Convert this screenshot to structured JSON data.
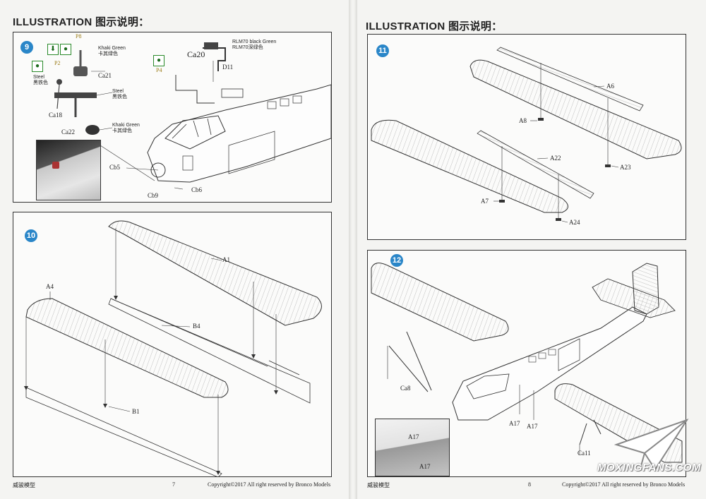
{
  "left_page": {
    "title": "ILLUSTRATION 图示说明：",
    "footer_brand": "威骏模型",
    "page_number": "7",
    "copyright": "Copyright©2017  All right reserved by Bronco Models",
    "step9": {
      "number": "9",
      "labels": {
        "p8": "P8",
        "p2": "P2",
        "p4": "P4",
        "ca20": "Ca20",
        "d11": "D11",
        "ca21": "Ca21",
        "ca18": "Ca18",
        "ca22": "Ca22",
        "cb5": "Cb5",
        "cb9": "Cb9",
        "cb6": "Cb6"
      },
      "notes": {
        "khaki1": "Khaki Green\n卡其绿色",
        "steel1": "Steel\n黑铁色",
        "steel2": "Steel\n黑铁色",
        "khaki2": "Khaki Green\n卡其绿色",
        "rlm70": "RLM70 black Green\nRLM70深绿色"
      }
    },
    "step10": {
      "number": "10",
      "labels": {
        "a1": "A1",
        "a4": "A4",
        "b4": "B4",
        "b1": "B1"
      }
    }
  },
  "right_page": {
    "title": "ILLUSTRATION 图示说明：",
    "footer_brand": "威骏模型",
    "page_number": "8",
    "copyright": "Copyright©2017  All right reserved by Bronco Models",
    "step11": {
      "number": "11",
      "labels": {
        "a6": "A6",
        "a8": "A8",
        "a22": "A22",
        "a23": "A23",
        "a7": "A7",
        "a24": "A24"
      }
    },
    "step12": {
      "number": "12",
      "labels": {
        "ca8": "Ca8",
        "a17a": "A17",
        "a17b": "A17",
        "ca11": "Ca11",
        "a17c": "A17",
        "a17d": "A17"
      }
    }
  },
  "watermark": "MOXINGFANS.COM"
}
